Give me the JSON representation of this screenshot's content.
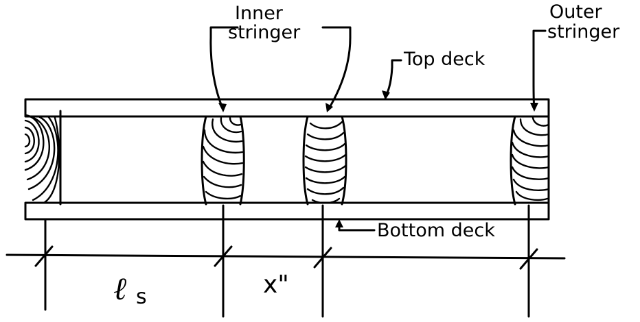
{
  "labels": {
    "inner_stringer_line1": "Inner",
    "inner_stringer_line2": "stringer",
    "outer_stringer_line1": "Outer",
    "outer_stringer_line2": "stringer",
    "top_deck": "Top deck",
    "bottom_deck": "Bottom deck"
  },
  "dimensions": {
    "stringer_spacing_symbol": "ℓ",
    "stringer_spacing_subscript": "s",
    "inner_gap": "x\""
  }
}
